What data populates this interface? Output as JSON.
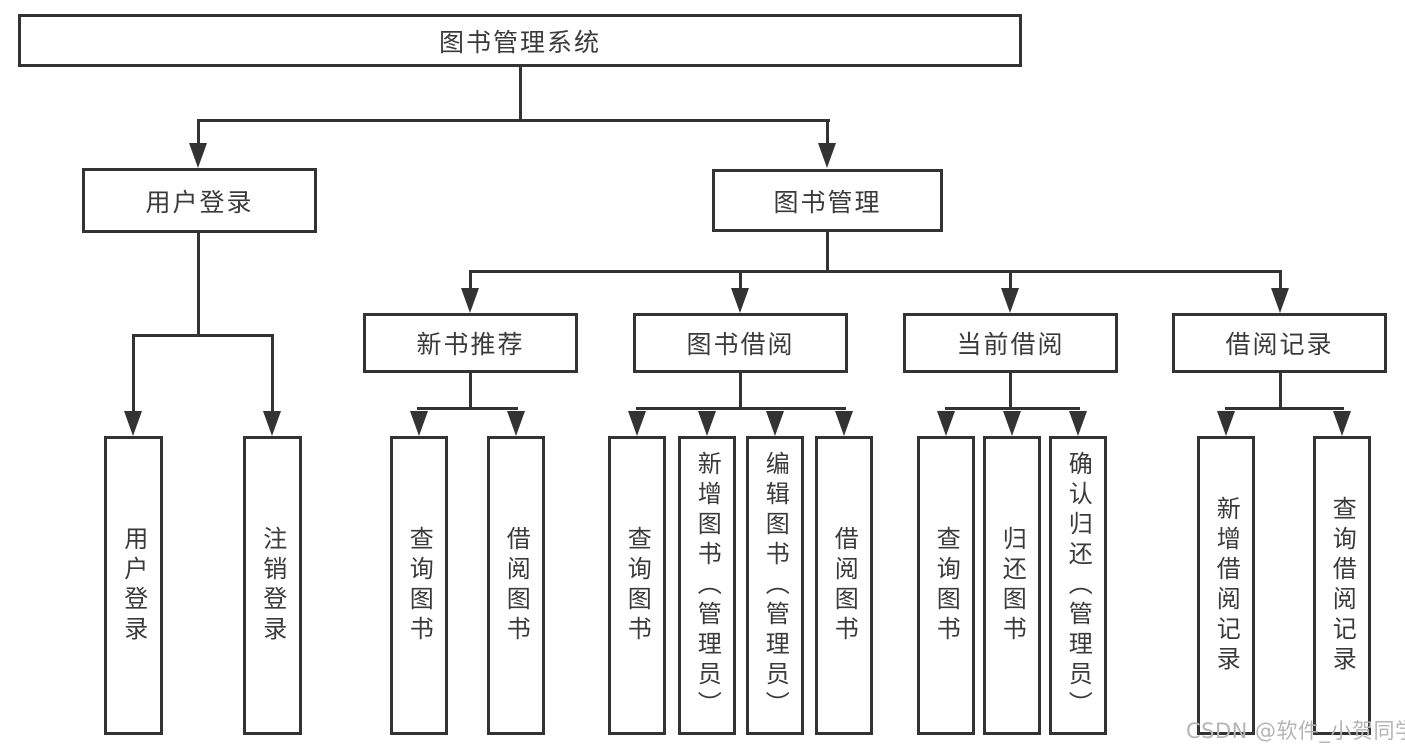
{
  "diagram": {
    "title": "图书管理系统",
    "root": {
      "label": "图书管理系统"
    },
    "level2": [
      {
        "label": "用户登录"
      },
      {
        "label": "图书管理"
      }
    ],
    "level3": [
      {
        "label": "新书推荐"
      },
      {
        "label": "图书借阅"
      },
      {
        "label": "当前借阅"
      },
      {
        "label": "借阅记录"
      }
    ],
    "leaves": {
      "user_login": [
        "用户登录",
        "注销登录"
      ],
      "new_book": [
        "查询图书",
        "借阅图书"
      ],
      "book_borrow": [
        "查询图书",
        "新增图书（管理员）",
        "编辑图书（管理员）",
        "借阅图书"
      ],
      "current_borrow": [
        "查询图书",
        "归还图书",
        "确认归还（管理员）"
      ],
      "borrow_records": [
        "新增借阅记录",
        "查询借阅记录"
      ]
    },
    "watermark": "CSDN @软件_小贺同学",
    "colors": {
      "line": "#333333",
      "text": "#3a3a3a",
      "watermark": "#b5b5b5",
      "background": "#ffffff"
    }
  }
}
